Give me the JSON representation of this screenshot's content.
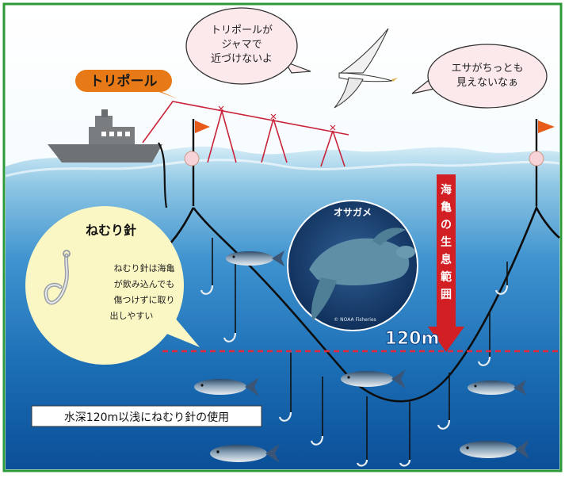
{
  "labels": {
    "tori_pole": "トリポール",
    "bird_speech": [
      "トリポールが",
      "ジャマで",
      "近づけないよ"
    ],
    "turtle_speech": [
      "エサがちっとも",
      "見えないなぁ"
    ],
    "circle_hook_title": "ねむり針",
    "circle_hook_desc": [
      "ねむり針は海亀",
      "が飲み込んでも",
      "傷つけずに取り",
      "出しやすい"
    ],
    "turtle_name": "オサガメ",
    "photo_credit": "© NOAA Fisheries",
    "habitat": [
      "海",
      "亀",
      "の",
      "生",
      "息",
      "範",
      "囲"
    ],
    "depth": "120m",
    "footer": "水深120m以浅にねむり針の使用"
  },
  "colors": {
    "sky_top": "#f4fbff",
    "sea_surface": "#cfeaf6",
    "sea_mid": "#2b86c8",
    "sea_deep": "#0a4e98",
    "frame": "#2d9a3a",
    "accent_orange": "#e77a16",
    "arrow_red": "#d21f24",
    "line_red": "#c9243a",
    "hook_bubble": "#fbf7c4",
    "speech_bubble": "#fce9ec"
  }
}
